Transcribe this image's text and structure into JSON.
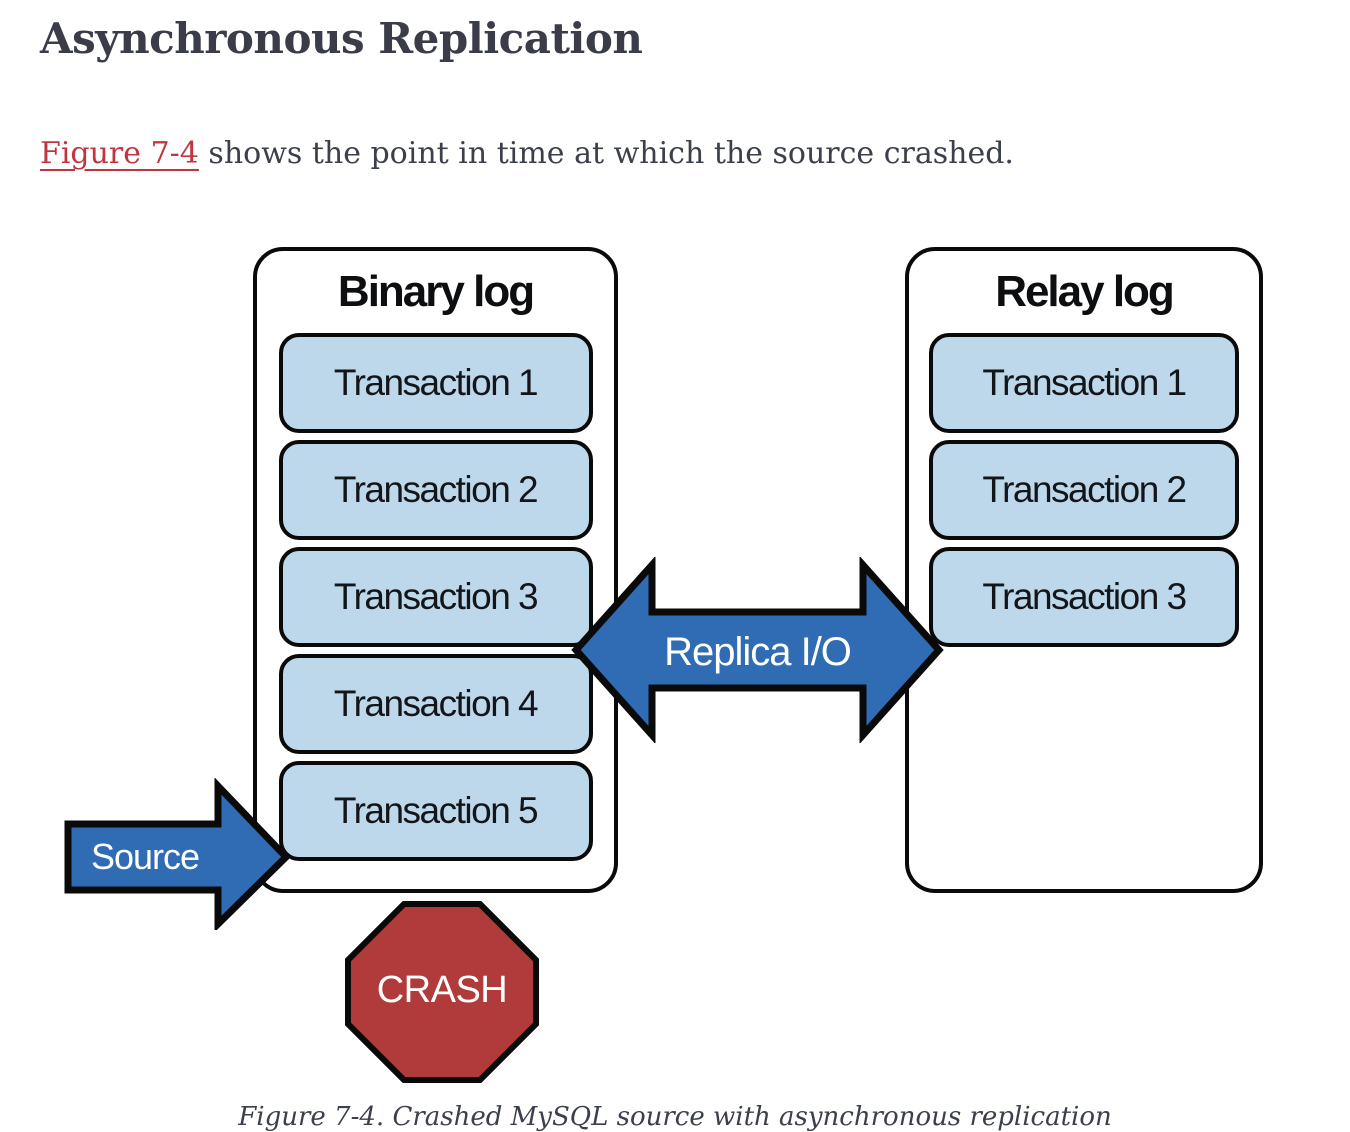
{
  "page": {
    "heading": "Asynchronous Replication",
    "paragraph": {
      "link_text": "Figure 7-4",
      "text_after_link": " shows the point in time at which the source crashed."
    },
    "caption": "Figure 7-4. Crashed MySQL source with asynchronous replication"
  },
  "diagram": {
    "binary_log": {
      "title": "Binary log",
      "transactions": [
        "Transaction 1",
        "Transaction 2",
        "Transaction 3",
        "Transaction 4",
        "Transaction 5"
      ]
    },
    "relay_log": {
      "title": "Relay log",
      "transactions": [
        "Transaction 1",
        "Transaction 2",
        "Transaction 3"
      ]
    },
    "replica_io_label": "Replica I/O",
    "source_label": "Source",
    "crash_label": "CRASH",
    "colors": {
      "transaction_fill": "#bdd7eb",
      "arrow_blue": "#2f6cb4",
      "crash_red": "#b13a3a",
      "outline": "#0a0a0a",
      "link_red": "#c13540",
      "text_dark": "#3c3f4c"
    }
  }
}
